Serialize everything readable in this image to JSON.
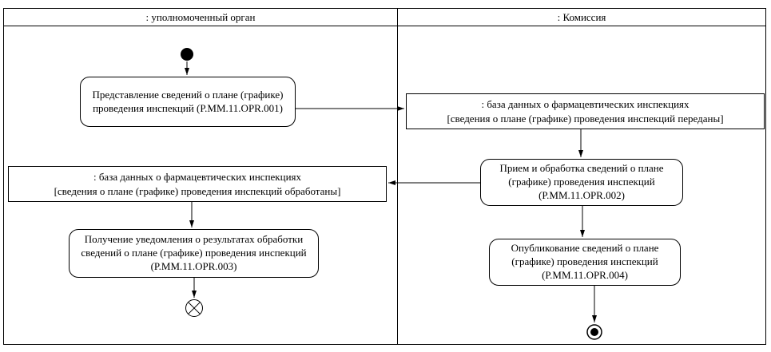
{
  "diagram": {
    "lanes": [
      {
        "label": ": уполномоченный орган"
      },
      {
        "label": ": Комиссия"
      }
    ],
    "nodes": {
      "action_001": {
        "text": "Представление сведений о плане (графике) проведения инспекций (P.MM.11.OPR.001)"
      },
      "object_transferred": {
        "name": ": база данных о фармацевтических инспекциях",
        "state": "[сведения о плане (графике) проведения инспекций переданы]"
      },
      "action_002": {
        "text": "Прием и обработка сведений о плане (графике) проведения инспекций (P.MM.11.OPR.002)"
      },
      "object_processed": {
        "name": ": база данных о фармацевтических инспекциях",
        "state": "[сведения о плане (графике) проведения инспекций обработаны]"
      },
      "action_003": {
        "text": "Получение уведомления о результатах обработки сведений о плане (графике) проведения инспекций (P.MM.11.OPR.003)"
      },
      "action_004": {
        "text": "Опубликование сведений о плане (графике) проведения инспекций (P.MM.11.OPR.004)"
      }
    },
    "colors": {
      "border": "#000000",
      "background": "#ffffff"
    }
  }
}
